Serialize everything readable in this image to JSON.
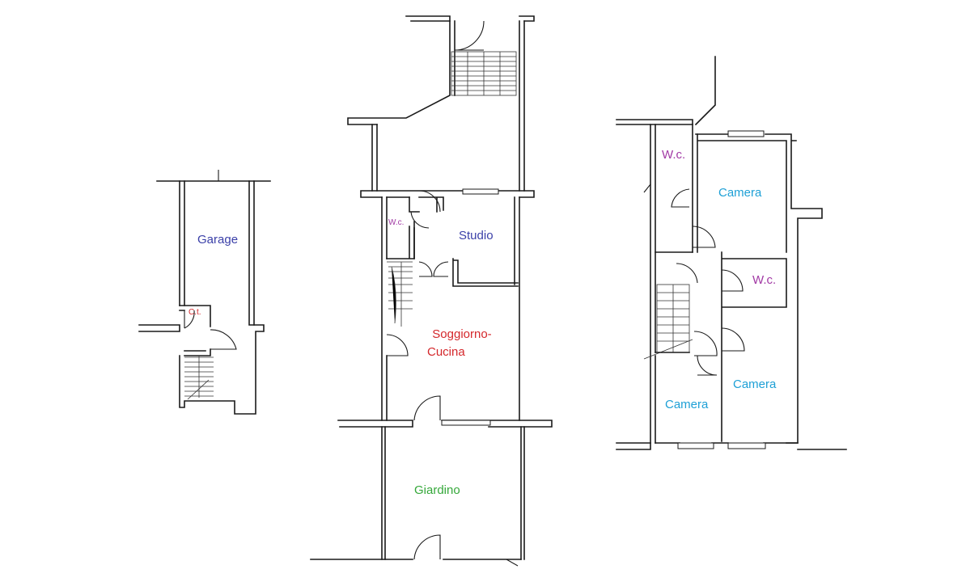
{
  "floor_plan": {
    "rooms": {
      "garage": "Garage",
      "ct": "C.t.",
      "wc_ground": "W.c.",
      "studio": "Studio",
      "soggiorno_line1": "Soggiorno-",
      "soggiorno_line2": "Cucina",
      "giardino": "Giardino",
      "wc_upper_left": "W.c.",
      "camera_upper_right": "Camera",
      "wc_upper_mid": "W.c.",
      "camera_lower_right": "Camera",
      "camera_lower_left": "Camera"
    },
    "colors": {
      "garage": "#3a3fa8",
      "ct": "#d4272b",
      "wc": "#a23aa5",
      "studio": "#3a3fa8",
      "soggiorno": "#d4272b",
      "giardino": "#35a83a",
      "camera": "#1ea0d6"
    }
  }
}
